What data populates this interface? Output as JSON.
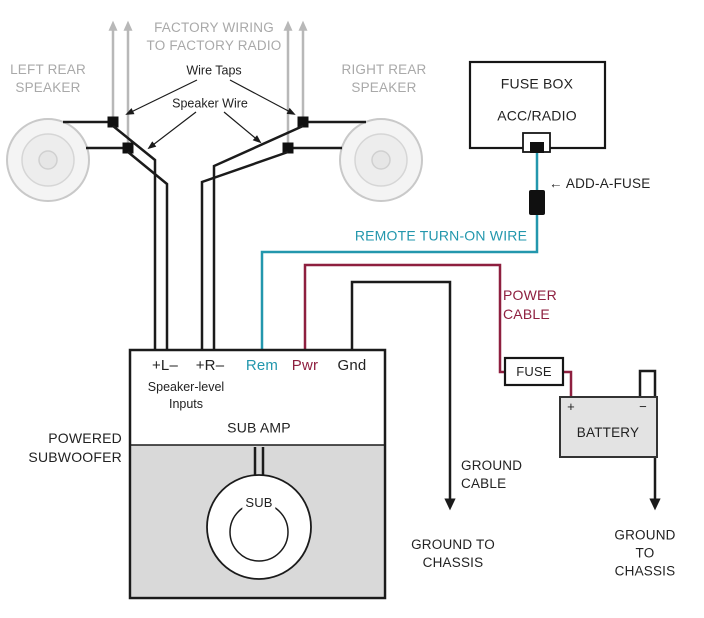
{
  "speakers": {
    "left": "LEFT REAR\nSPEAKER",
    "right": "RIGHT REAR\nSPEAKER"
  },
  "factory": {
    "wiring_label": "FACTORY WIRING\nTO FACTORY RADIO",
    "wire_taps_label": "Wire Taps",
    "speaker_wire_label": "Speaker Wire"
  },
  "fuse_box": {
    "title": "FUSE BOX",
    "circuit": "ACC/RADIO",
    "add_a_fuse_label": "← ADD-A-FUSE"
  },
  "wires": {
    "remote_label": "REMOTE TURN-ON WIRE",
    "power_label": "POWER\nCABLE",
    "ground_label": "GROUND\nCABLE"
  },
  "power": {
    "fuse_label": "FUSE",
    "battery_label": "BATTERY",
    "plus": "+",
    "minus": "−"
  },
  "grounds": {
    "left": "GROUND TO\nCHASSIS",
    "right": "GROUND TO\nCHASSIS"
  },
  "amp": {
    "name": "POWERED\nSUBWOOFER",
    "sub_amp": "SUB AMP",
    "inputs_label": "Speaker-level\nInputs",
    "sub": "SUB",
    "terminals": {
      "left": "+L–",
      "right": "+R–",
      "rem": "Rem",
      "pwr": "Pwr",
      "gnd": "Gnd"
    }
  },
  "colors": {
    "remote_wire": "#2397ad",
    "power_wire": "#8e1f3f",
    "wire": "#1b1b1b",
    "factory": "#b8b8b8",
    "muted_text": "#a9a9a9"
  }
}
